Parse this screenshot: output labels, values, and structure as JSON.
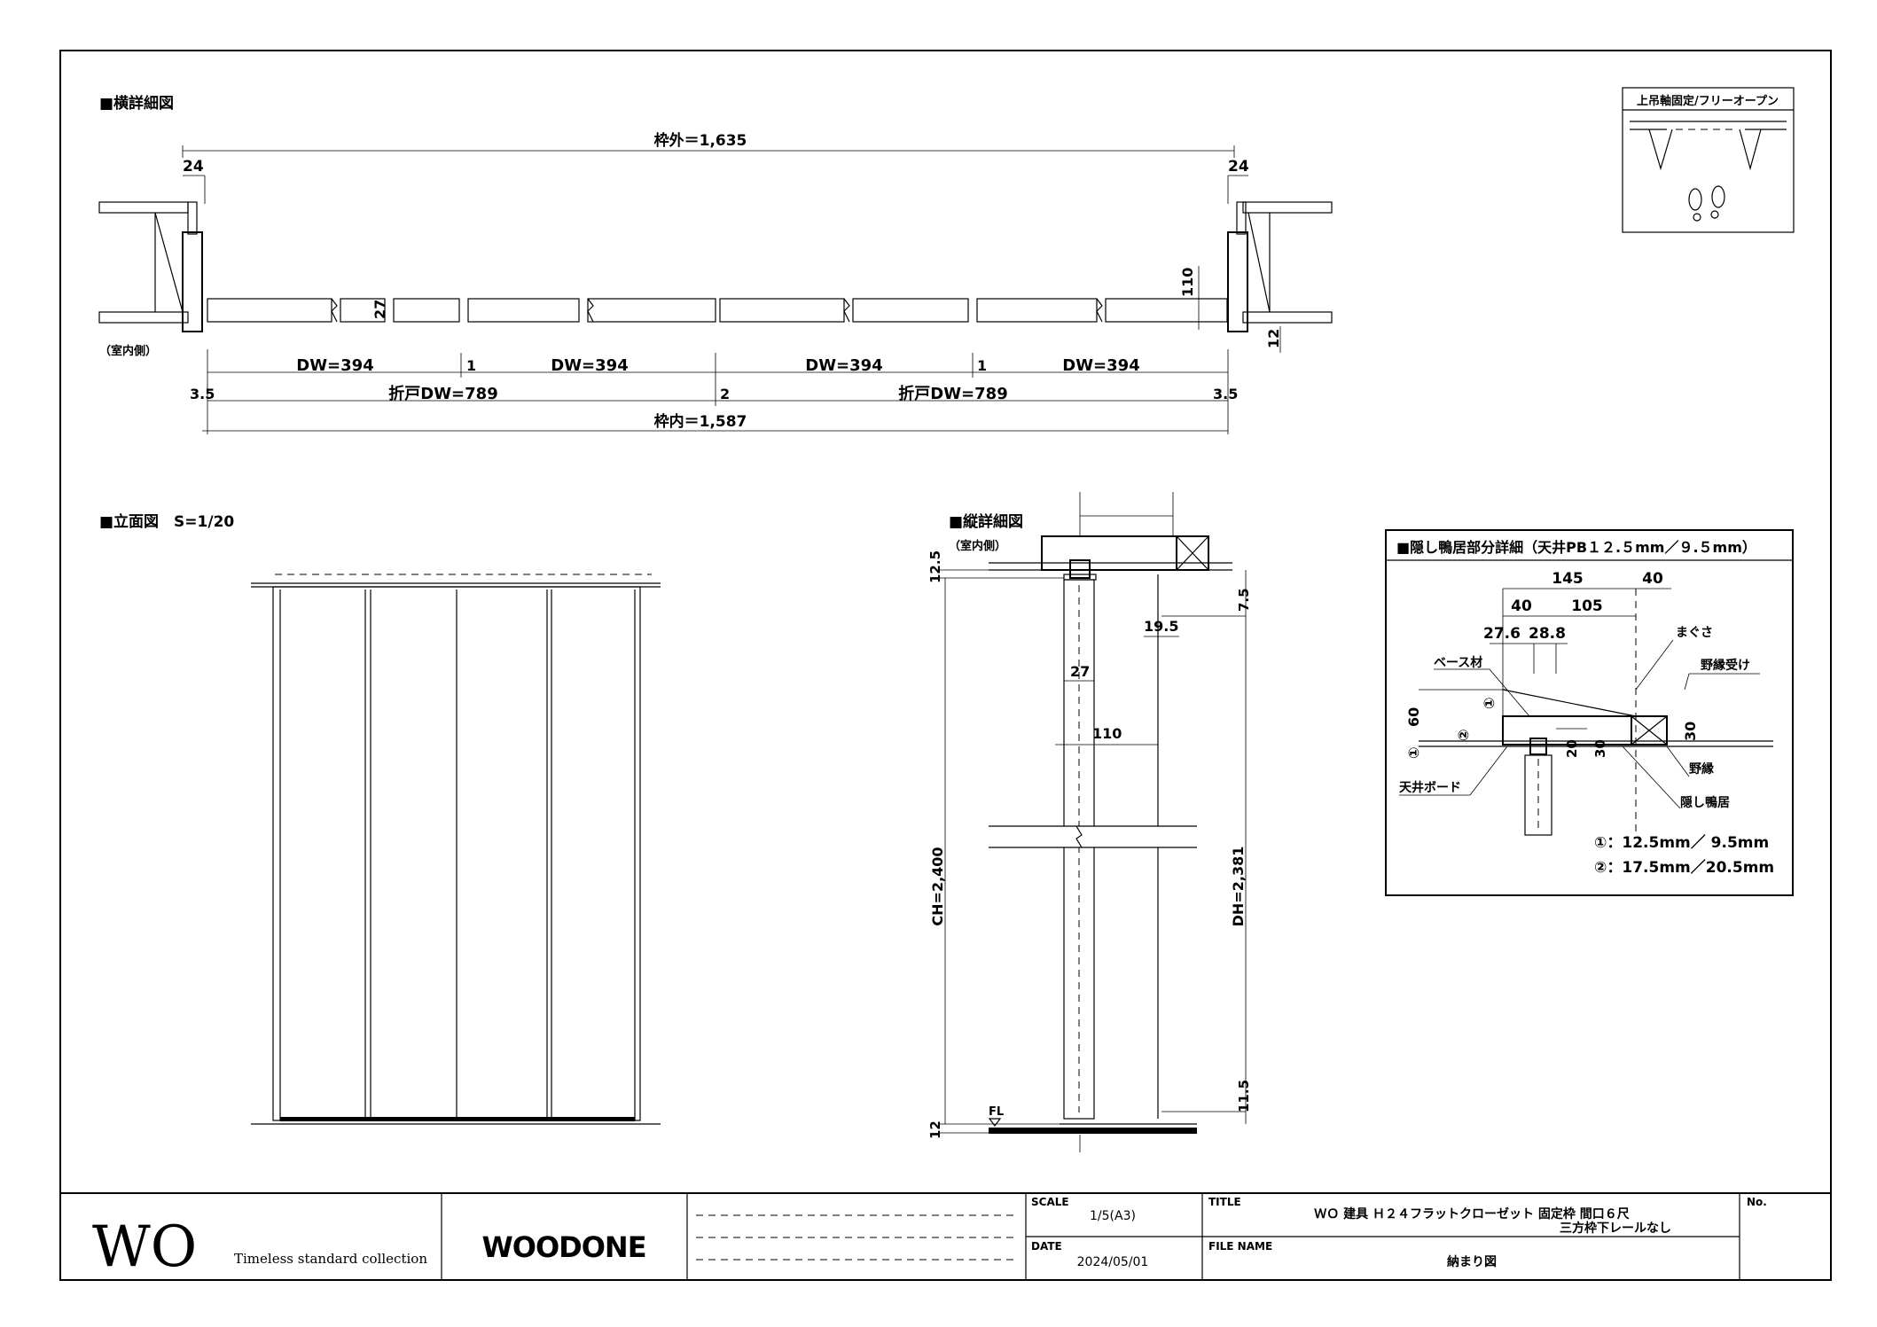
{
  "sections": {
    "plan_title": "■横詳細図",
    "elevation_title": "■立面図　S=1/20",
    "section_title": "■縦詳細図",
    "detail_title": "■隠し鴨居部分詳細（天井PB１２.５mm／９.５mm）",
    "hinge_title": "上吊軸固定/フリーオープン"
  },
  "plan": {
    "outer_width": "枠外＝1,635",
    "inner_width": "枠内＝1,587",
    "frame_left": "24",
    "frame_right": "24",
    "panel_thickness": "27",
    "frame_depth": "110",
    "reveal": "12",
    "interior_side": "（室内側）",
    "dw_labels": [
      "DW=394",
      "DW=394",
      "DW=394",
      "DW=394"
    ],
    "gap_1a": "1",
    "gap_1b": "1",
    "folding_labels": [
      "折戸DW=789",
      "折戸DW=789"
    ],
    "side_clear_left": "3.5",
    "side_clear_right": "3.5",
    "center_gap": "2"
  },
  "section": {
    "interior_side": "（室内側）",
    "ceiling": "12.5",
    "top_gap": "7.5",
    "frame_offset": "19.5",
    "panel": "27",
    "depth": "110",
    "ch": "CH=2,400",
    "dh": "DH=2,381",
    "bottom_gap": "11.5",
    "floor": "12",
    "fl": "FL"
  },
  "detail": {
    "dim_145": "145",
    "dim_40a": "40",
    "dim_40b": "40",
    "dim_105": "105",
    "dim_276": "27.6",
    "dim_288": "28.8",
    "dim_60": "60",
    "dim_30": "30",
    "dim_20": "20",
    "dim_30b": "30",
    "mark1": "①",
    "mark2": "②",
    "base": "ベース材",
    "magusa": "まぐさ",
    "nobuchi_uke": "野縁受け",
    "nobuchi": "野縁",
    "kakushi": "隠し鴨居",
    "board": "天井ボード",
    "note1": "①：12.5mm／ 9.5mm",
    "note2": "②：17.5mm／20.5mm"
  },
  "titleblock": {
    "wo": "WO",
    "tagline": "Timeless standard collection",
    "brand": "WOODONE",
    "scale_label": "SCALE",
    "scale": "1/5(A3)",
    "date_label": "DATE",
    "date": "2024/05/01",
    "title_label": "TITLE",
    "title_line1": "ＷＯ 建具 Ｈ２４フラットクローゼット 固定枠 間口６尺",
    "title_line2": "三方枠下レールなし",
    "file_label": "FILE NAME",
    "file": "納まり図",
    "no_label": "No."
  },
  "colors": {
    "ink": "#000000",
    "paper": "#ffffff"
  }
}
